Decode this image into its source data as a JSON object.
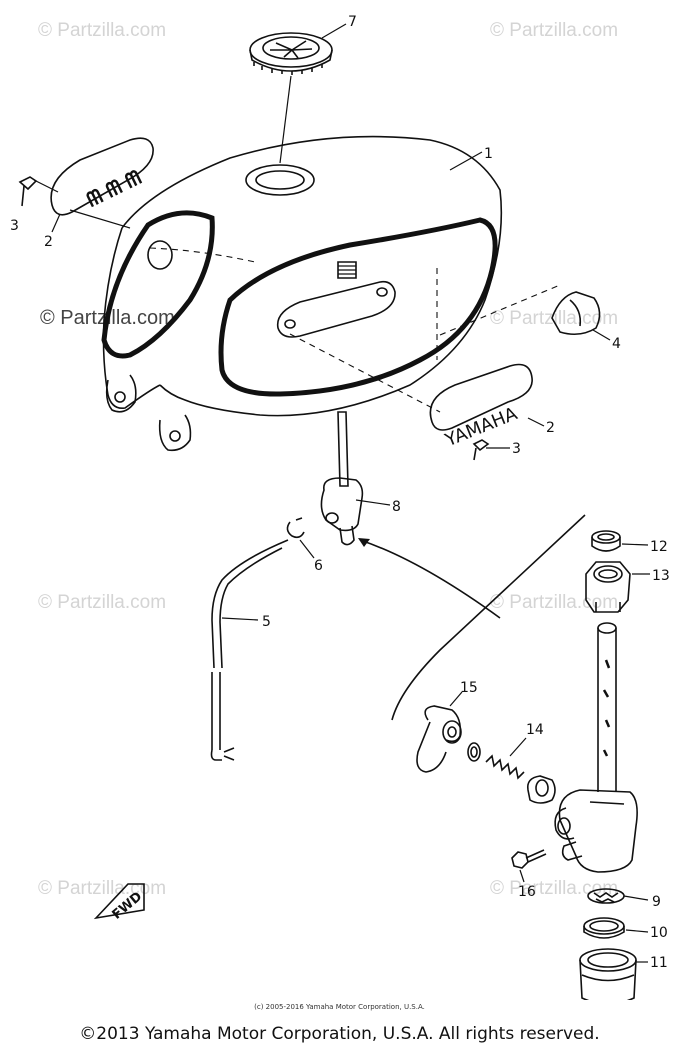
{
  "watermark": "© Partzilla.com",
  "small_copyright": "(c) 2005-2016 Yamaha Motor Corporation, U.S.A.",
  "footer": "©2013 Yamaha Motor Corporation, U.S.A. All rights reserved.",
  "emblem_text": "YAMAHA",
  "direction_marker": "FWD",
  "callouts": [
    "1",
    "2",
    "2",
    "3",
    "3",
    "4",
    "5",
    "6",
    "7",
    "8",
    "9",
    "10",
    "11",
    "12",
    "13",
    "14",
    "15",
    "16"
  ]
}
